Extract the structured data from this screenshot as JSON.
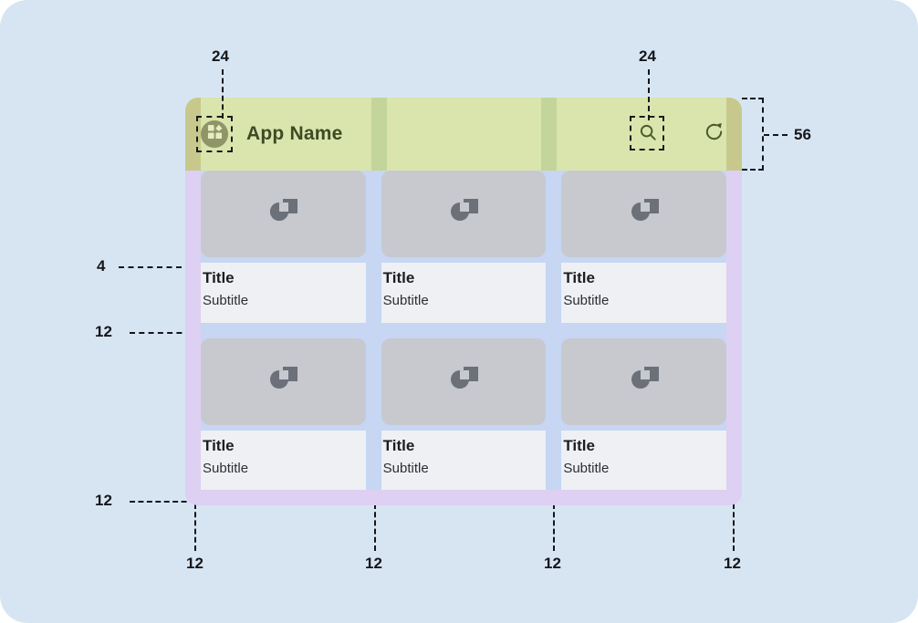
{
  "canvas": {
    "background_color": "#d7e5f3",
    "corner_radius": "30"
  },
  "appbar": {
    "background_color": "#d9e5ac",
    "height": "56",
    "title": "App Name",
    "title_color": "#3d4a24",
    "menu_icon": "grid-dashboard-icon",
    "actions": [
      {
        "icon": "search-icon",
        "selected": true
      },
      {
        "icon": "refresh-icon",
        "selected": false
      }
    ]
  },
  "grid": {
    "columns": 3,
    "rows": 2,
    "gutter": "12",
    "margin": "12",
    "media_placeholder_icon": "image-placeholder-icon",
    "gutter_color": "#c6d6f3",
    "margin_color": "#ded0f2",
    "card_bg_color": "#eef0f4",
    "media_bg_color": "#c7c9ce",
    "cards": [
      {
        "title": "Title",
        "subtitle": "Subtitle"
      },
      {
        "title": "Title",
        "subtitle": "Subtitle"
      },
      {
        "title": "Title",
        "subtitle": "Subtitle"
      },
      {
        "title": "Title",
        "subtitle": "Subtitle"
      },
      {
        "title": "Title",
        "subtitle": "Subtitle"
      },
      {
        "title": "Title",
        "subtitle": "Subtitle"
      }
    ]
  },
  "annotations": {
    "menu_touch_target": "24",
    "search_touch_target": "24",
    "appbar_height": "56",
    "title_top_gap": "4",
    "row_gutter": "12",
    "bottom_margin": "12",
    "column_gutters": [
      "12",
      "12",
      "12",
      "12"
    ]
  }
}
